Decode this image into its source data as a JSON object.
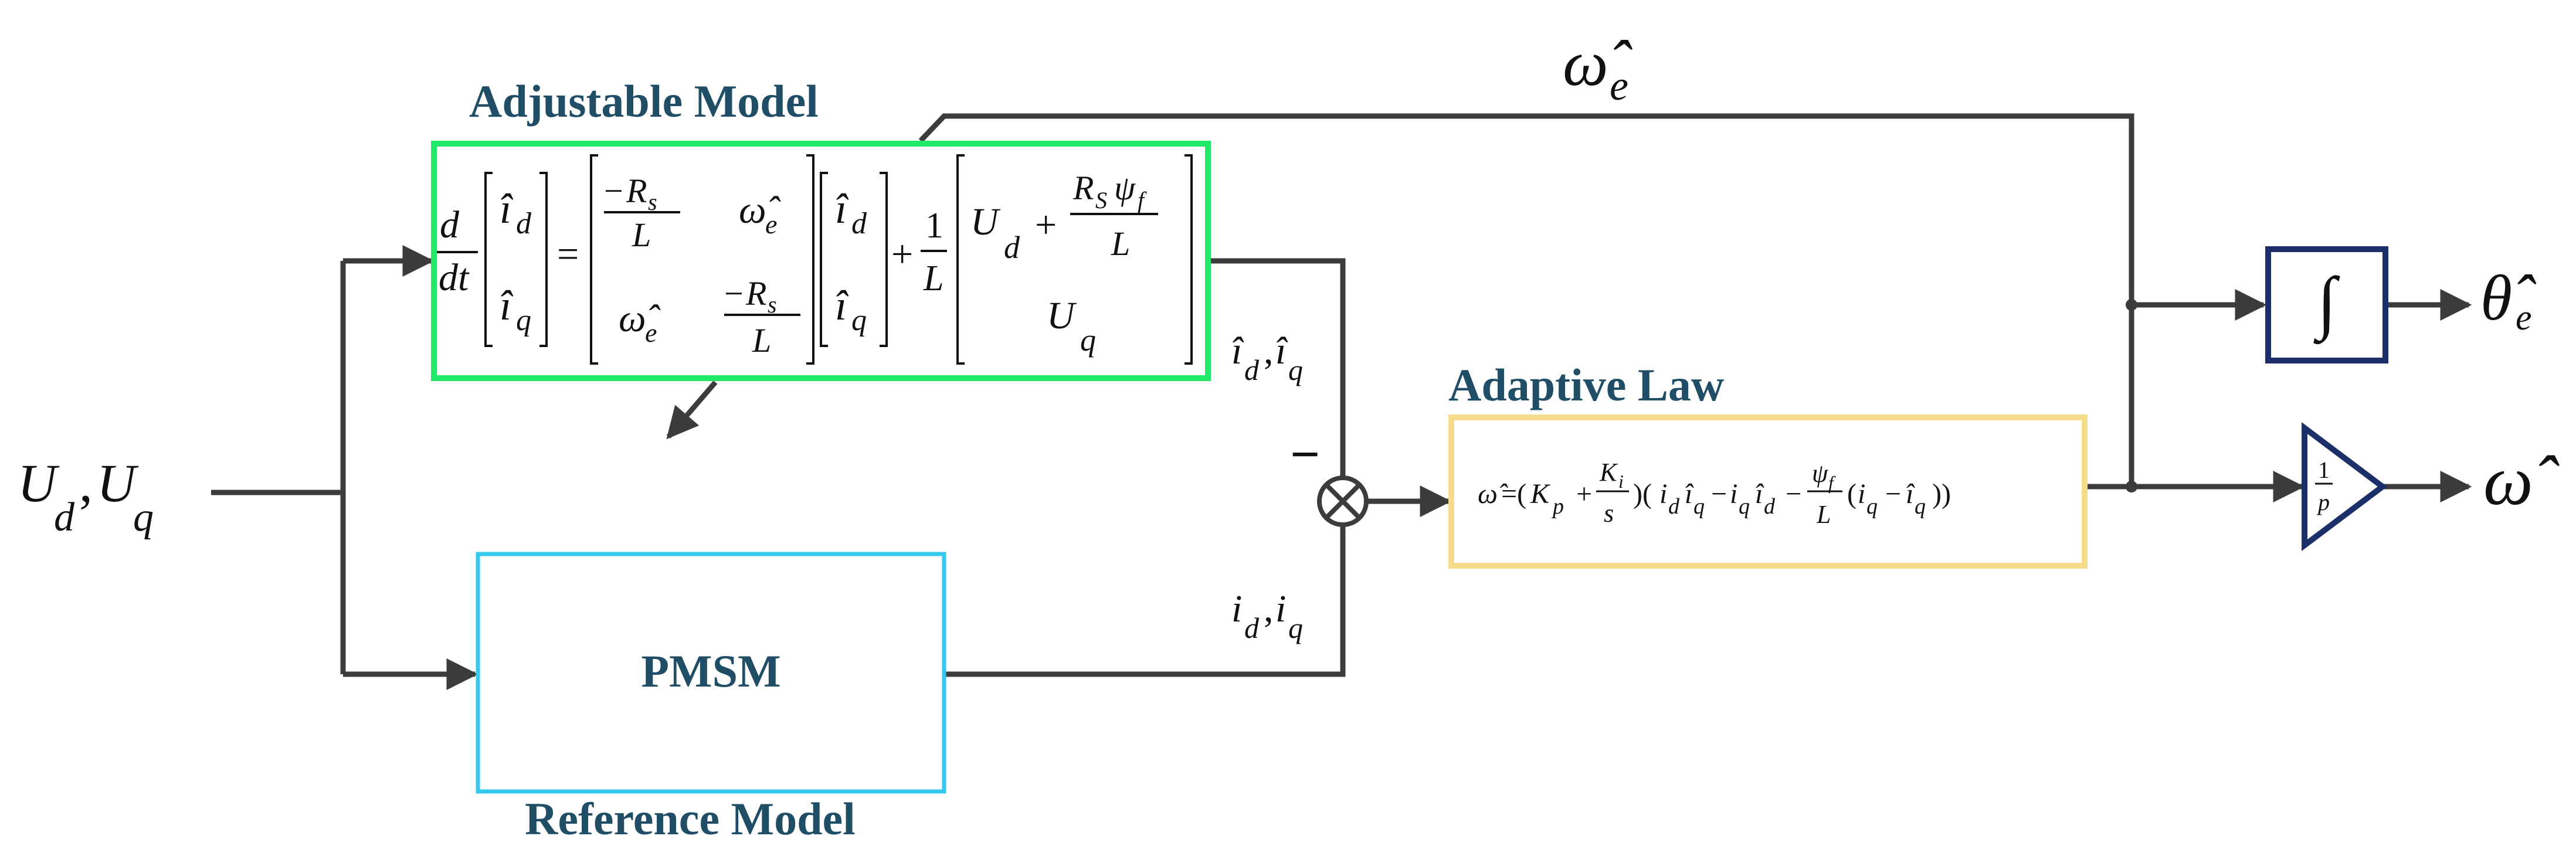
{
  "titles": {
    "adjustable_model": "Adjustable Model",
    "adaptive_law": "Adaptive Law",
    "reference_model": "Reference Model",
    "pmsm": "PMSM"
  },
  "signals": {
    "input": "U_d, U_q",
    "omega_e_hat": "ω̂_e",
    "theta_e_hat": "θ̂_e",
    "omega_hat": "ω̂",
    "estimated_currents": "î_d, î_q",
    "measured_currents": "i_d, i_q",
    "minus_sign": "−"
  },
  "blocks": {
    "integrator": "∫",
    "gain_numerator": "1",
    "gain_denominator": "p",
    "summing_junction": "⊗"
  },
  "equations": {
    "adjustable_model": "d/dt [î_d ; î_q] = [−R_s/L  ω̂_e ; ω̂_e  −R_s/L][î_d ; î_q] + 1/L [U_d + R_sψ_f/L ; U_q]",
    "adaptive_law": "ω̂ = (K_p + K_i/s)(i_d î_q − i_q î_d − ψ_f/L (i_q − î_q))"
  },
  "colors": {
    "adjustable_border": "#22e86a",
    "adaptive_border": "#f7dc8c",
    "pmsm_border": "#36c9ee",
    "block_border": "#1c2f6b",
    "line": "#3c3c3c",
    "title_text": "#1f4e66"
  }
}
